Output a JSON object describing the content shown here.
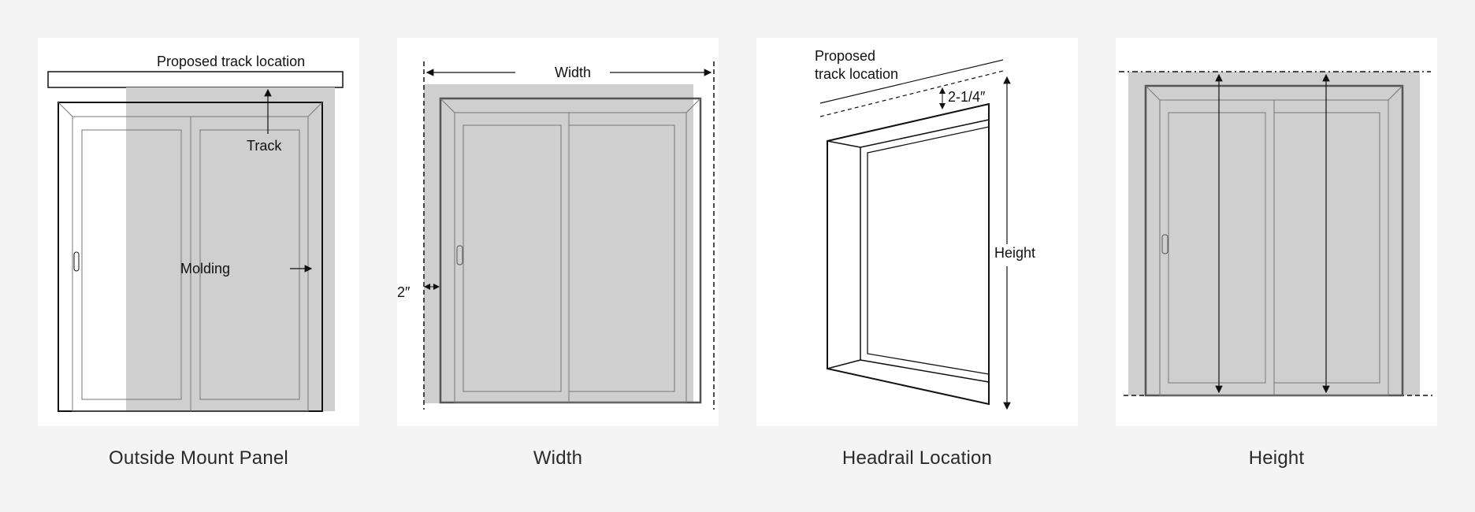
{
  "panels": [
    {
      "caption": "Outside Mount Panel",
      "labels": {
        "proposed": "Proposed track location",
        "track": "Track",
        "molding": "Molding"
      }
    },
    {
      "caption": "Width",
      "labels": {
        "width": "Width",
        "offset": "2″"
      }
    },
    {
      "caption": "Headrail Location",
      "labels": {
        "proposed_line1": "Proposed",
        "proposed_line2": "track location",
        "gap": "2-1/4″",
        "height": "Height"
      }
    },
    {
      "caption": "Height",
      "labels": {}
    }
  ],
  "colors": {
    "page_bg": "#f4f4f4",
    "card_bg": "#ffffff",
    "shade": "#cfcfcf",
    "frame": "#555555",
    "line": "#111111"
  }
}
